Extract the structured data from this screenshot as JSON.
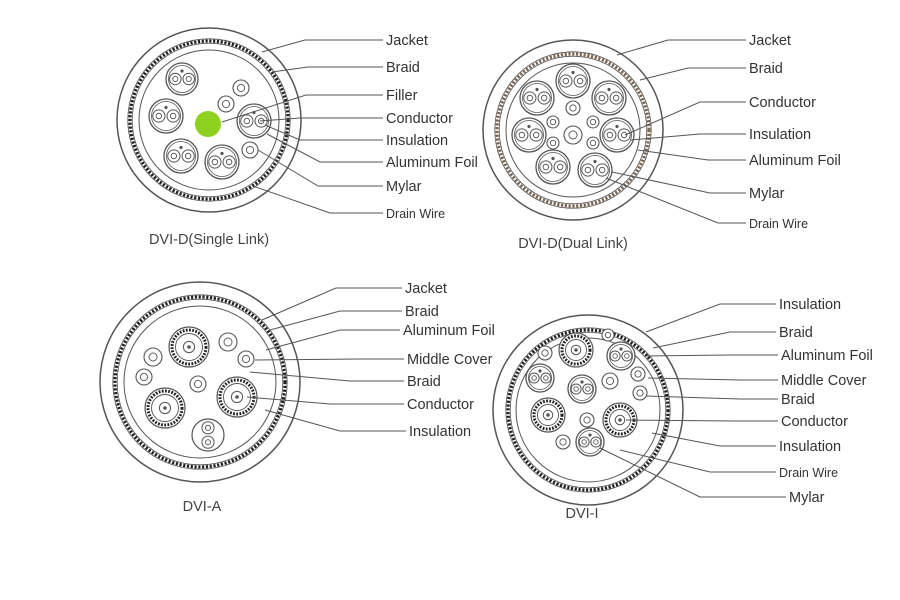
{
  "colors": {
    "line": "#555555",
    "filler": "#8fd11f",
    "dual_braid": "#7a6652",
    "text": "#333333"
  },
  "diagrams": [
    {
      "id": "dvi-d-single",
      "caption": "DVI-D(Single Link)",
      "labels": [
        "Jacket",
        "Braid",
        "Filler",
        "Conductor",
        "Insulation",
        "Aluminum Foil",
        "Mylar",
        "Drain Wire"
      ]
    },
    {
      "id": "dvi-d-dual",
      "caption": "DVI-D(Dual Link)",
      "labels": [
        "Jacket",
        "Braid",
        "Conductor",
        "Insulation",
        "Aluminum Foil",
        "Mylar",
        "Drain Wire"
      ]
    },
    {
      "id": "dvi-a",
      "caption": "DVI-A",
      "labels": [
        "Jacket",
        "Braid",
        "Aluminum Foil",
        "Middle Cover",
        "Braid",
        "Conductor",
        "Insulation"
      ]
    },
    {
      "id": "dvi-i",
      "caption": "DVI-I",
      "labels": [
        "Insulation",
        "Braid",
        "Aluminum Foil",
        "Middle Cover",
        "Braid",
        "Conductor",
        "Insulation",
        "Drain Wire",
        "Mylar"
      ]
    }
  ]
}
